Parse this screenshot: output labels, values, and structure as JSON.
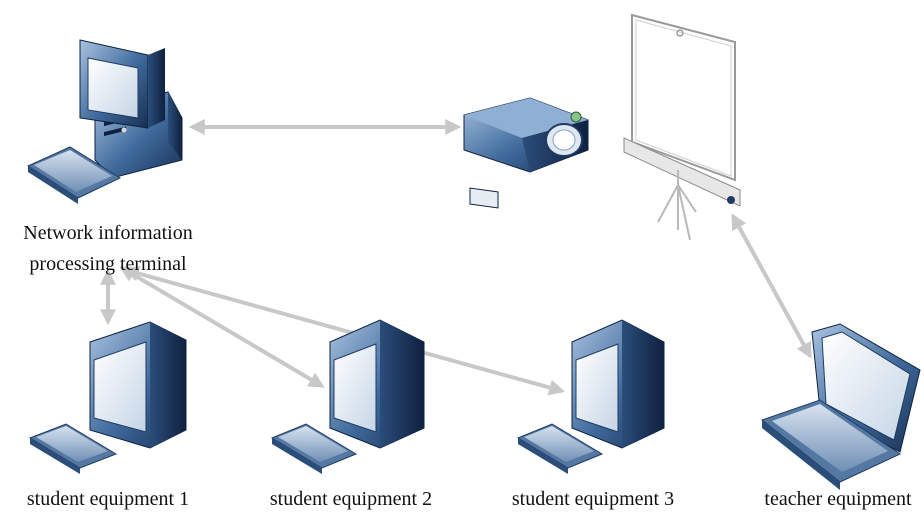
{
  "nodes": {
    "terminal": {
      "label_line1": "Network information",
      "label_line2": "processing terminal",
      "icon": "desktop-computer-icon"
    },
    "projector": {
      "icon": "projector-icon"
    },
    "screen": {
      "icon": "projection-screen-icon"
    },
    "student1": {
      "label": "student equipment 1",
      "icon": "computer-icon"
    },
    "student2": {
      "label": "student equipment 2",
      "icon": "computer-icon"
    },
    "student3": {
      "label": "student equipment 3",
      "icon": "computer-icon"
    },
    "teacher": {
      "label": "teacher equipment",
      "icon": "laptop-icon"
    }
  },
  "colors": {
    "arrow": "#c8c8c8",
    "device_dark": "#1f3b63",
    "device_light": "#7fa2c9",
    "screen_glass": "#dfe8f2"
  }
}
